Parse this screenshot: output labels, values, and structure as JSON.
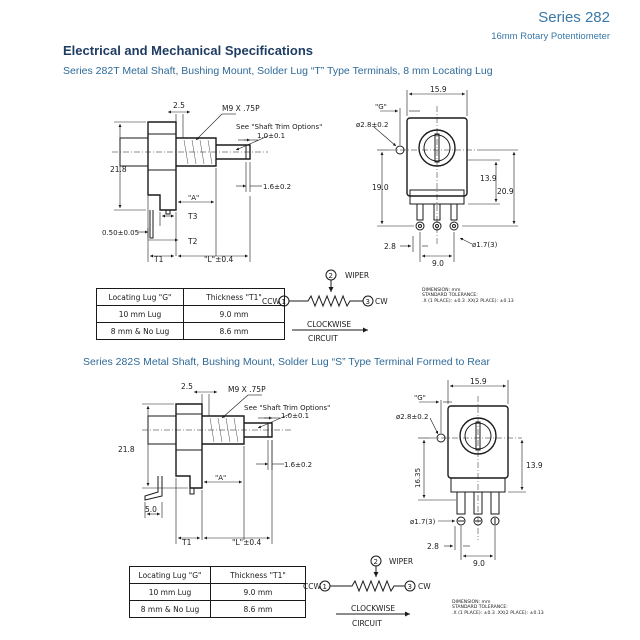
{
  "header": {
    "series": "Series 282",
    "subtitle": "16mm Rotary Potentiometer"
  },
  "section_title": "Electrical and Mechanical Specifications",
  "drawing1": {
    "subtitle": "Series 282T Metal Shaft, Bushing Mount, Solder Lug “T” Type Terminals, 8 mm Locating Lug",
    "side": {
      "dim_2_5": "2.5",
      "thread": "M9 X .75P",
      "shaft_trim": "See \"Shaft Trim Options\"",
      "dim_1_0": "1.0±0.1",
      "dim_21_8": "21.8",
      "dim_a": "\"A\"",
      "dim_1_6": "1.6±0.2",
      "dim_t3": "T3",
      "dim_0_50": "0.50±0.05",
      "dim_t2": "T2",
      "dim_t1": "T1",
      "dim_l": "\"L\"±0.4"
    },
    "front": {
      "dim_15_9": "15.9",
      "dim_g": "\"G\"",
      "dim_2_8d": "ø2.8±0.2",
      "dim_19_0": "19.0",
      "dim_13_9": "13.9",
      "dim_20_9": "20.9",
      "dim_2_8": "2.8",
      "dim_1_7": "ø1.7(3)",
      "dim_9_0": "9.0"
    },
    "circuit": {
      "wiper_num": "2",
      "wiper": "WIPER",
      "ccw": "CCW",
      "ccw_num": "1",
      "cw_num": "3",
      "cw": "CW",
      "clockwise": "CLOCKWISE",
      "circuit": "CIRCUIT"
    },
    "table": {
      "headers": [
        "Locating Lug \"G\"",
        "Thickness \"T1\""
      ],
      "rows": [
        [
          "10 mm Lug",
          "9.0 mm"
        ],
        [
          "8 mm & No Lug",
          "8.6 mm"
        ]
      ]
    },
    "note": [
      "DIMENSION: mm",
      "STANDARD TOLERANCE:",
      ".X (1 PLACE): ±0.3  .XX(2 PLACE): ±0.13"
    ]
  },
  "drawing2": {
    "subtitle": "Series 282S Metal Shaft, Bushing Mount, Solder Lug “S” Type Terminal Formed to Rear",
    "side": {
      "dim_2_5": "2.5",
      "thread": "M9 X .75P",
      "shaft_trim": "See \"Shaft Trim Options\"",
      "dim_1_0": "1.0±0.1",
      "dim_21_8": "21.8",
      "dim_1_6": "1.6±0.2",
      "dim_a": "\"A\"",
      "dim_5_0": "5.0",
      "dim_t1": "T1",
      "dim_l": "\"L\"±0.4"
    },
    "front": {
      "dim_15_9": "15.9",
      "dim_g": "\"G\"",
      "dim_2_8d": "ø2.8±0.2",
      "dim_16_35": "16.35",
      "dim_13_9": "13.9",
      "dim_1_7": "ø1.7(3)",
      "dim_2_8": "2.8",
      "dim_9_0": "9.0"
    },
    "circuit": {
      "wiper_num": "2",
      "wiper": "WIPER",
      "ccw": "CCW",
      "ccw_num": "1",
      "cw_num": "3",
      "cw": "CW",
      "clockwise": "CLOCKWISE",
      "circuit": "CIRCUIT"
    },
    "table": {
      "headers": [
        "Locating Lug \"G\"",
        "Thickness \"T1\""
      ],
      "rows": [
        [
          "10 mm Lug",
          "9.0 mm"
        ],
        [
          "8 mm & No Lug",
          "8.6 mm"
        ]
      ]
    },
    "note": [
      "DIMENSION: mm",
      "STANDARD TOLERANCE:",
      ".X (1 PLACE): ±0.3  .XX(2 PLACE): ±0.13"
    ]
  }
}
